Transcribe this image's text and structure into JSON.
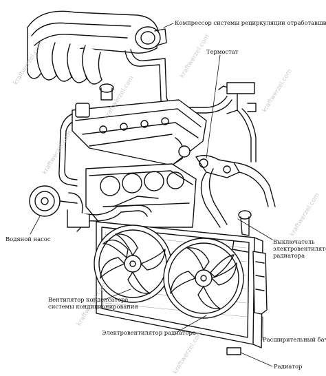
{
  "labels": {
    "egr_compressor": "Компрессор системы рециркуляции отработавших газов",
    "thermostat": "Термостат",
    "water_pump": "Водяной насос",
    "fan_switch_line1": "Выключатель",
    "fan_switch_line2": "электровентилятора",
    "fan_switch_line3": "радиатора",
    "condenser_fan_line1": "Вентилятор конденсатора",
    "condenser_fan_line2": "системы кондиционирования",
    "radiator_fan": "Электровентилятор радиатора",
    "expansion_tank": "Расширительный бачок",
    "radiator": "Радиатор"
  },
  "watermark": "kraftwerzel.com"
}
